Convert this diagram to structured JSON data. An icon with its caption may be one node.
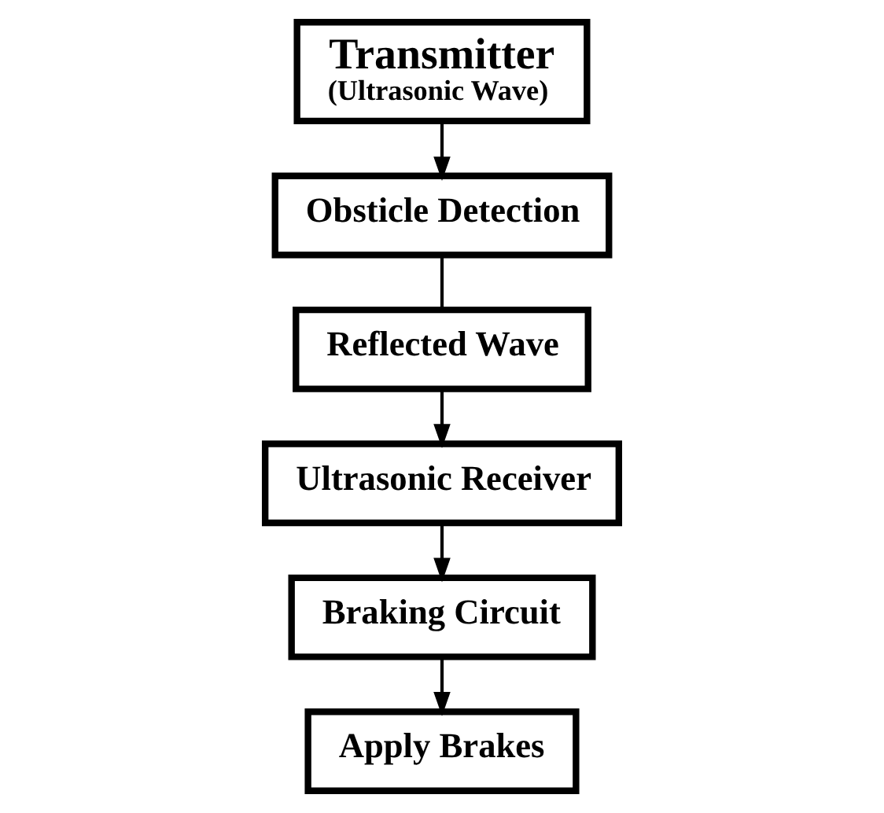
{
  "diagram": {
    "nodes": [
      {
        "text": [
          "Transmitter",
          "(Ultrasonic Wave)"
        ]
      },
      {
        "text": [
          "Obsticle Detection"
        ]
      },
      {
        "text": [
          "Reflected Wave"
        ]
      },
      {
        "text": [
          "Ultrasonic Receiver"
        ]
      },
      {
        "text": [
          "Braking Circuit"
        ]
      },
      {
        "text": [
          "Apply Brakes"
        ]
      }
    ],
    "edges": [
      {
        "from": 0,
        "to": 1,
        "arrow": "to"
      },
      {
        "from": 1,
        "to": 2,
        "arrow": "none"
      },
      {
        "from": 2,
        "to": 3,
        "arrow": "to"
      },
      {
        "from": 3,
        "to": 4,
        "arrow": "to"
      },
      {
        "from": 4,
        "to": 5,
        "arrow": "to"
      }
    ]
  }
}
